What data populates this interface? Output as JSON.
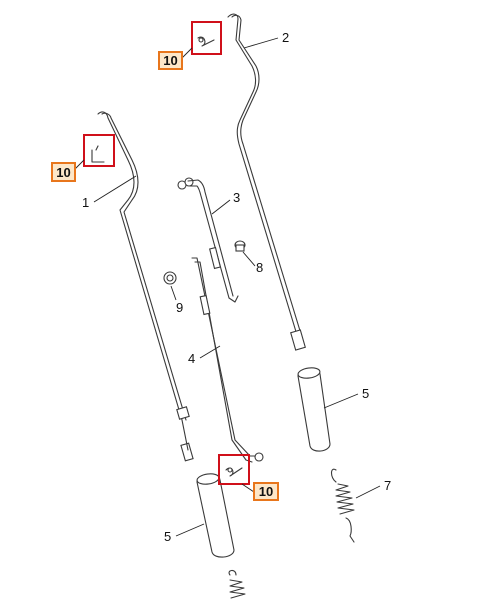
{
  "callouts": [
    {
      "id": "c1",
      "label": "1"
    },
    {
      "id": "c2",
      "label": "2"
    },
    {
      "id": "c3",
      "label": "3"
    },
    {
      "id": "c4",
      "label": "4"
    },
    {
      "id": "c5a",
      "label": "5"
    },
    {
      "id": "c5b",
      "label": "5"
    },
    {
      "id": "c7",
      "label": "7"
    },
    {
      "id": "c8",
      "label": "8"
    },
    {
      "id": "c9",
      "label": "9"
    }
  ],
  "highlighted_parts": [
    {
      "id": "h1",
      "label": "10"
    },
    {
      "id": "h2",
      "label": "10"
    },
    {
      "id": "h3",
      "label": "10"
    }
  ],
  "colors": {
    "highlight_box": "#d0101a",
    "badge_border": "#e8761c",
    "badge_fill": "#fde7c9"
  }
}
